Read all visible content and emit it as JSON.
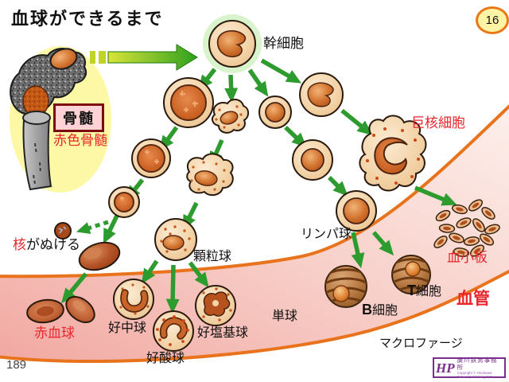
{
  "page": {
    "title": "血球ができるまで",
    "slide_number": "16",
    "page_number": "189"
  },
  "labels": {
    "stem_cell": "幹細胞",
    "bone_marrow": "骨髄",
    "red_bone_marrow": "赤色骨髄",
    "megakaryocyte": "巨核細胞",
    "lymphocyte": "リンパ球",
    "platelets": "血小板",
    "granulocyte": "顆粒球",
    "nucleus_removed_head": "核",
    "nucleus_removed_tail": "がぬける",
    "red_blood_cell": "赤血球",
    "neutrophil": "好中球",
    "basophil": "好塩基球",
    "eosinophil": "好酸球",
    "monocyte": "単球",
    "b_cell_prefix": "B",
    "b_cell_suffix": "細胞",
    "t_cell_prefix": "T",
    "t_cell_suffix": "細胞",
    "macrophage": "マクロファージ",
    "blood_vessel": "血管"
  },
  "logo": {
    "initials": "HP",
    "company": "廣川鉄男事務所",
    "copyright": "Copyright © Hirokawa Tetsuo Publishing INC."
  },
  "colors": {
    "label_red": "#E8262C",
    "arrow_green": "#2E9B2E",
    "vessel_line_orange": "#E8731C",
    "vessel_pink": "#F5B4AE",
    "badge_fill": "#FFF3A6",
    "badge_border": "#E87818",
    "bone_glow_yellow": "#FCF8A6",
    "stem_halo_green": "#D9F3CD",
    "logo_purple": "#7B2E8E"
  }
}
